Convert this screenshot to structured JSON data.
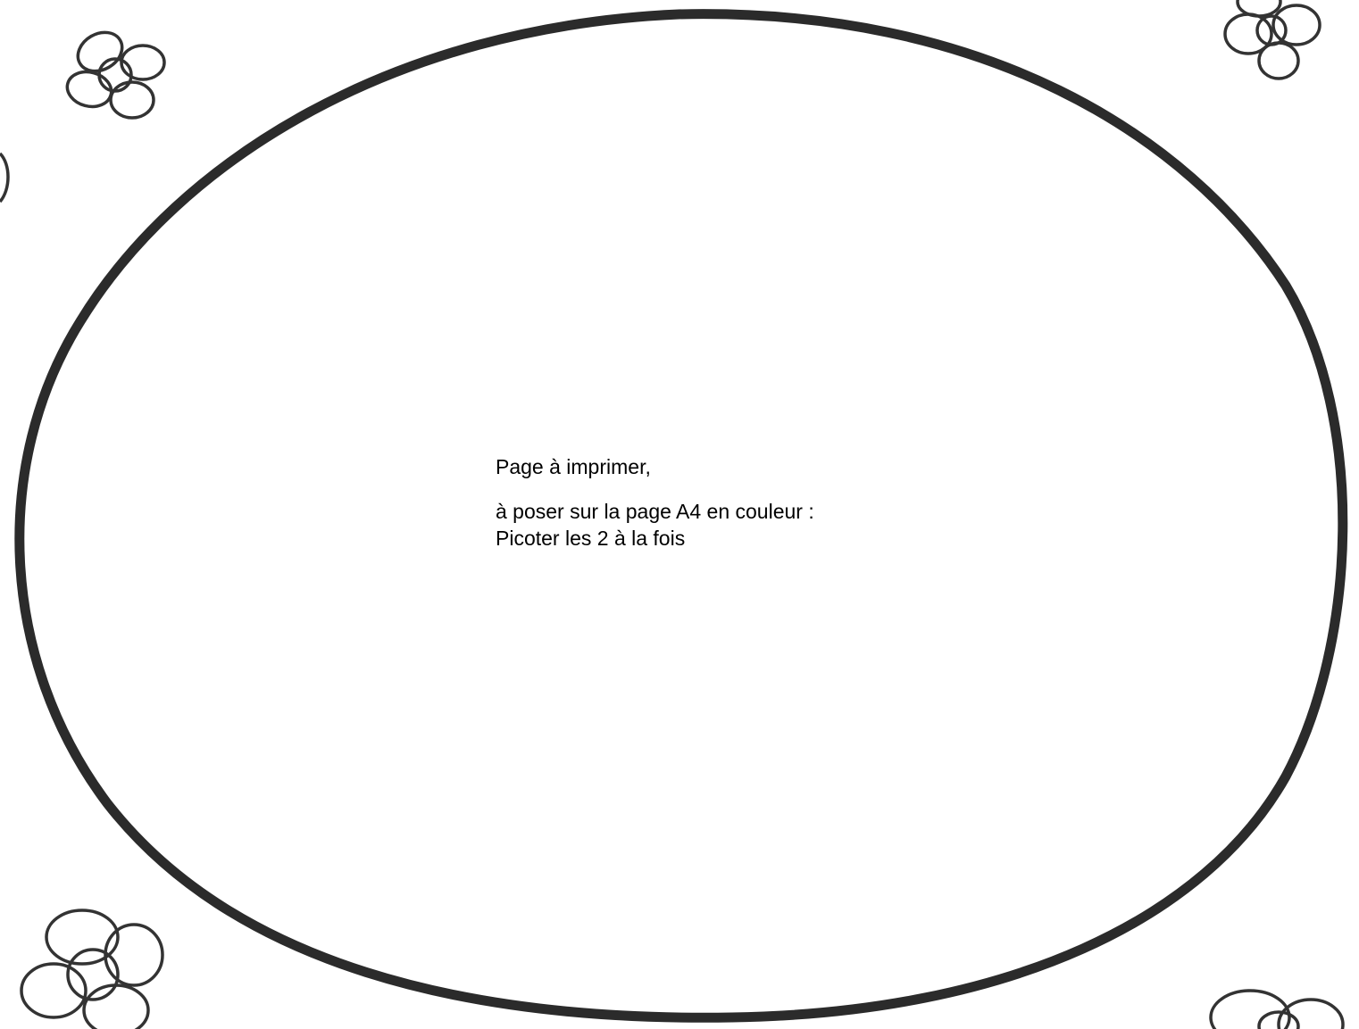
{
  "page": {
    "background_color": "#ffffff",
    "ink_color": "#2b2b2b"
  },
  "instructions": {
    "line1": "Page à imprimer,",
    "line2": "à poser sur la page A4 en couleur :",
    "line3": "Picoter les 2 à la fois"
  },
  "decorations": {
    "main_shape": "egg-outline",
    "corner_icons": [
      "flower-icon",
      "flower-icon",
      "flower-icon",
      "flower-icon"
    ]
  }
}
